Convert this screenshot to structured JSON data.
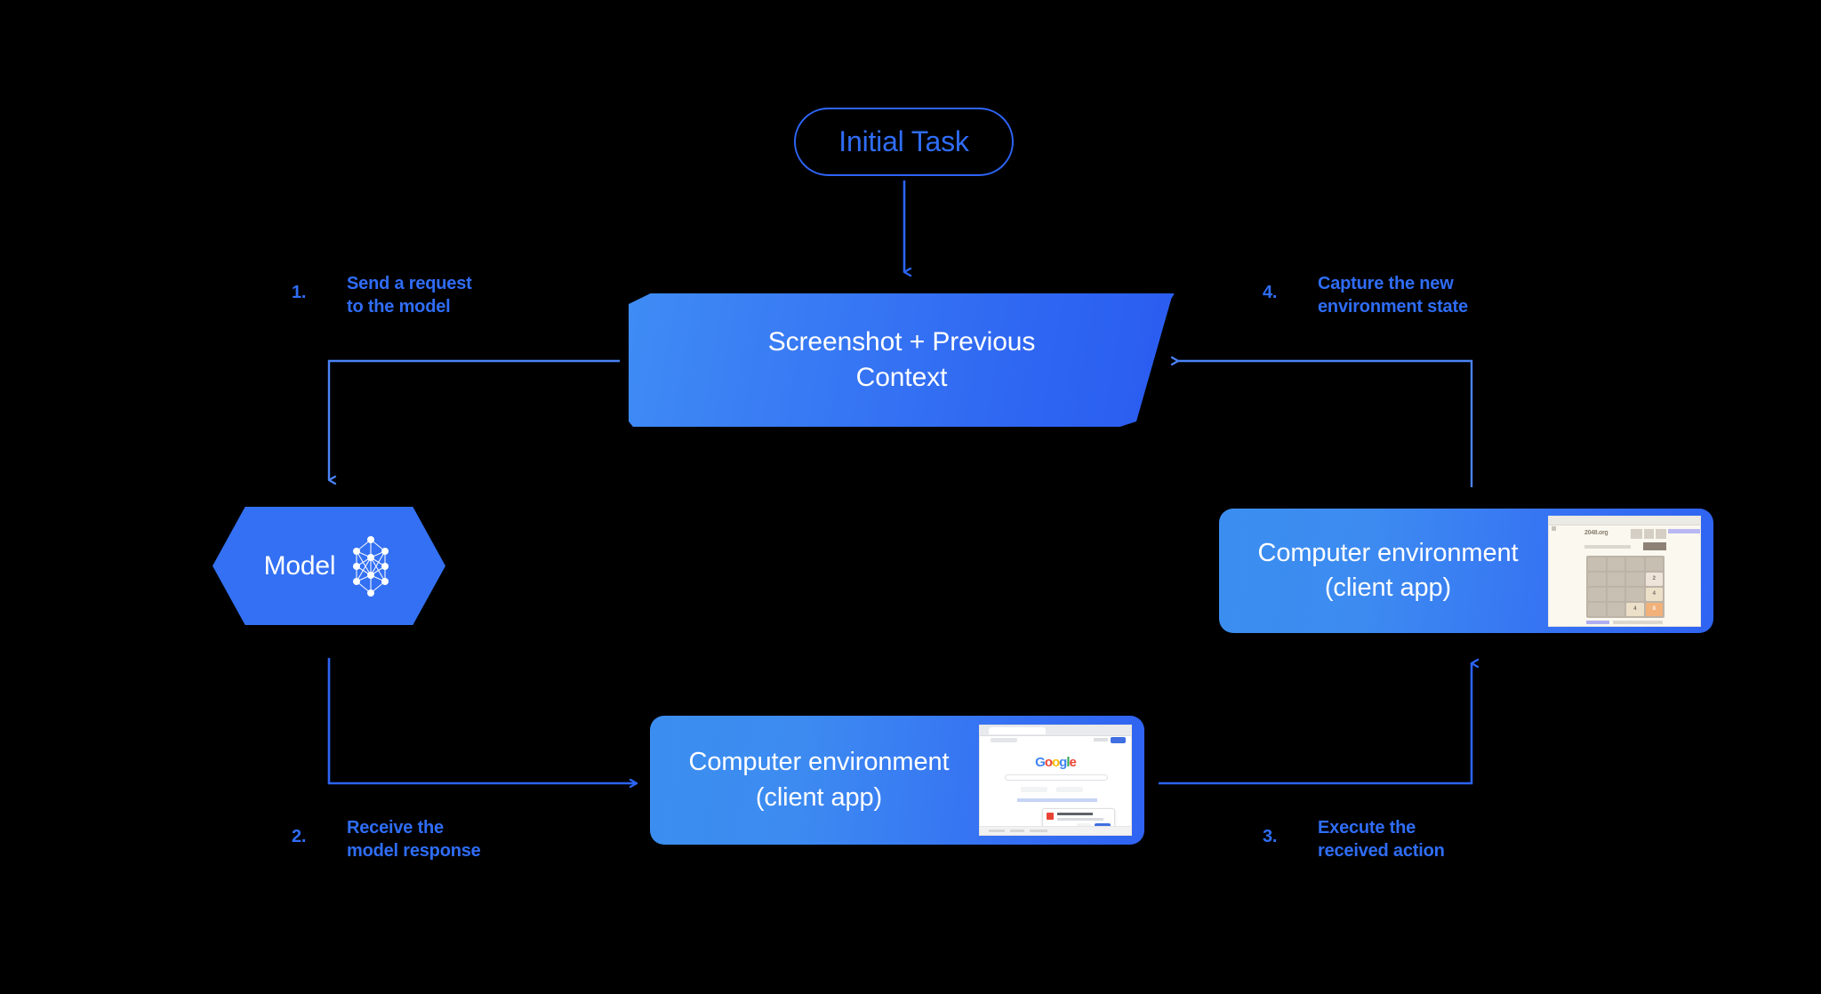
{
  "diagram": {
    "title": "Computer use agent loop",
    "accent_blue": "#2f6df6",
    "line_blue": "#4b83f7",
    "node_fill_start": "#3b8ef0",
    "node_fill_end": "#2f63f2"
  },
  "initial_task": {
    "label": "Initial Task"
  },
  "context_node": {
    "label": "Screenshot + Previous\nContext"
  },
  "model_node": {
    "label": "Model",
    "icon": "neural-network-icon"
  },
  "env_right": {
    "label": "Computer environment\n(client app)",
    "thumbnail": {
      "kind": "2048-game-screenshot",
      "site_title": "2048.org",
      "new_game_button": "New Game",
      "subtitle": "Join the numbers and get to the 2048 tile!",
      "board": [
        [
          "",
          "",
          "",
          ""
        ],
        [
          "",
          "",
          "",
          "2"
        ],
        [
          "",
          "",
          "",
          "4"
        ],
        [
          "",
          "",
          "4",
          "8"
        ]
      ]
    }
  },
  "env_bottom": {
    "label": "Computer environment\n(client app)",
    "thumbnail": {
      "kind": "google-search-screenshot",
      "logo": "Google",
      "logo_letters": [
        {
          "char": "G",
          "color": "#4285f4"
        },
        {
          "char": "o",
          "color": "#ea4335"
        },
        {
          "char": "o",
          "color": "#fbbc05"
        },
        {
          "char": "g",
          "color": "#4285f4"
        },
        {
          "char": "l",
          "color": "#34a853"
        },
        {
          "char": "e",
          "color": "#ea4335"
        }
      ]
    }
  },
  "steps": [
    {
      "num": "1.",
      "text": "Send a request\nto the model"
    },
    {
      "num": "2.",
      "text": "Receive the\nmodel response"
    },
    {
      "num": "3.",
      "text": "Execute the\nreceived action"
    },
    {
      "num": "4.",
      "text": "Capture the new\nenvironment state"
    }
  ]
}
